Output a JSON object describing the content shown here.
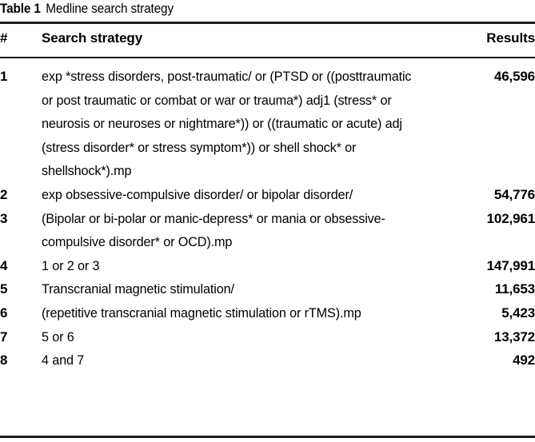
{
  "caption": {
    "label": "Table 1",
    "title": "Medline search strategy"
  },
  "table": {
    "columns": [
      {
        "key": "num",
        "header": "#"
      },
      {
        "key": "strategy",
        "header": "Search strategy"
      },
      {
        "key": "results",
        "header": "Results"
      }
    ],
    "rows": [
      {
        "num": "1",
        "strategy": "exp *stress disorders, post-traumatic/ or (PTSD or ((posttraumatic or post traumatic or combat or war or trauma*) adj1 (stress* or neurosis or neuroses or nightmare*)) or ((traumatic or acute) adj (stress disorder* or stress symptom*)) or shell shock* or shellshock*).mp",
        "results": "46,596"
      },
      {
        "num": "2",
        "strategy": "exp obsessive-compulsive disorder/ or bipolar disorder/",
        "results": "54,776"
      },
      {
        "num": "3",
        "strategy": "(Bipolar or bi-polar or manic-depress* or mania or obsessive-compulsive disorder* or OCD).mp",
        "results": "102,961"
      },
      {
        "num": "4",
        "strategy": "1 or 2 or 3",
        "results": "147,991"
      },
      {
        "num": "5",
        "strategy": "Transcranial magnetic stimulation/",
        "results": "11,653"
      },
      {
        "num": "6",
        "strategy": "(repetitive transcranial magnetic stimulation or rTMS).mp",
        "results": "5,423"
      },
      {
        "num": "7",
        "strategy": "5 or 6",
        "results": "13,372"
      },
      {
        "num": "8",
        "strategy": "4 and 7",
        "results": "492"
      }
    ]
  }
}
